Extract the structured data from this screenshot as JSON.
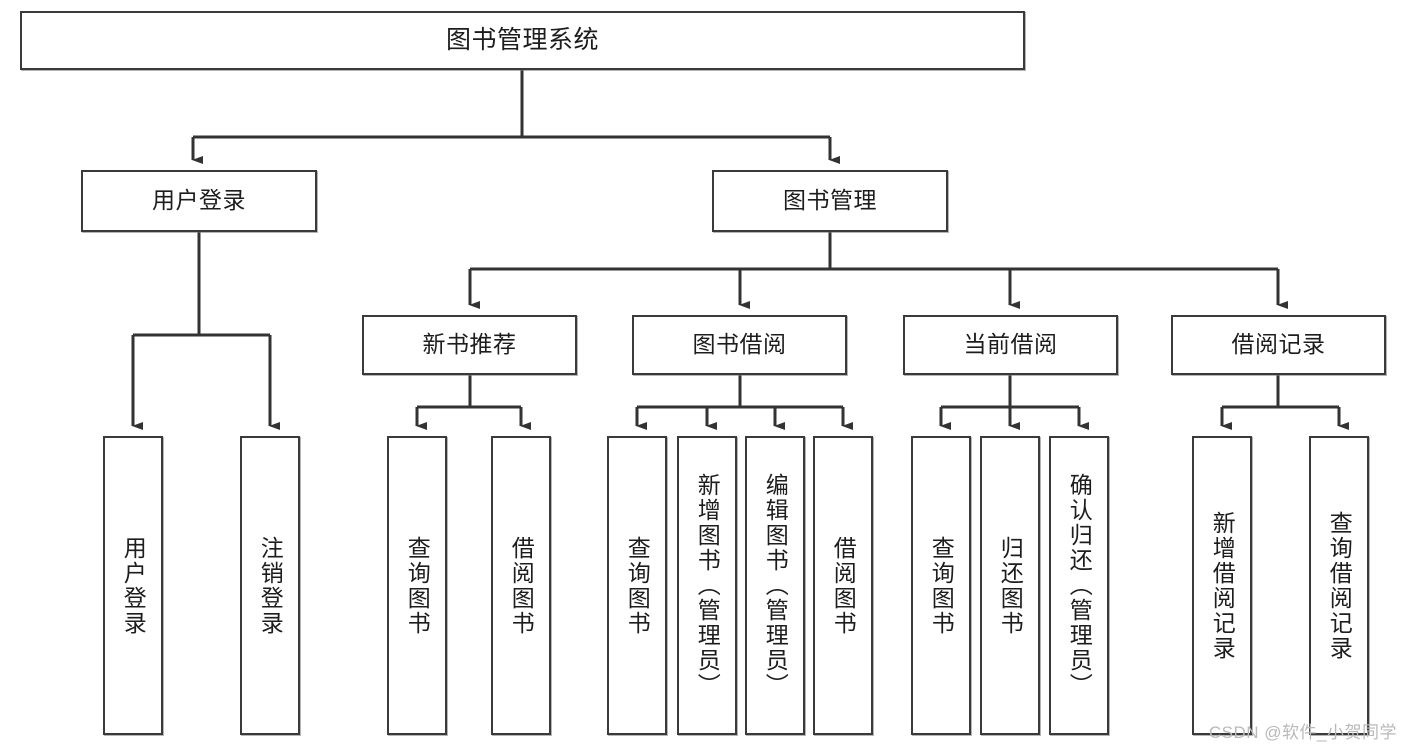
{
  "diagram": {
    "title": "图书管理系统",
    "type": "tree-hierarchy",
    "watermark": "CSDN @软件_小贺同学",
    "colors": {
      "box_border": "#3a3a3a",
      "box_fill": "#ffffff",
      "connector": "#333333",
      "text": "#1d1d1d",
      "watermark": "#b9b9b9"
    },
    "root": {
      "label": "图书管理系统"
    },
    "level2": [
      {
        "label": "用户登录"
      },
      {
        "label": "图书管理"
      }
    ],
    "level3": [
      {
        "label": "新书推荐"
      },
      {
        "label": "图书借阅"
      },
      {
        "label": "当前借阅"
      },
      {
        "label": "借阅记录"
      }
    ],
    "leaves": {
      "user_login": [
        {
          "label": "用户登录"
        },
        {
          "label": "注销登录"
        }
      ],
      "new_book_recommend": [
        {
          "label": "查询图书"
        },
        {
          "label": "借阅图书"
        }
      ],
      "book_borrow": [
        {
          "label": "查询图书"
        },
        {
          "label": "新增图书（管理员）"
        },
        {
          "label": "编辑图书（管理员）"
        },
        {
          "label": "借阅图书"
        }
      ],
      "current_borrow": [
        {
          "label": "查询图书"
        },
        {
          "label": "归还图书"
        },
        {
          "label": "确认归还（管理员）"
        }
      ],
      "borrow_records": [
        {
          "label": "新增借阅记录"
        },
        {
          "label": "查询借阅记录"
        }
      ]
    }
  }
}
